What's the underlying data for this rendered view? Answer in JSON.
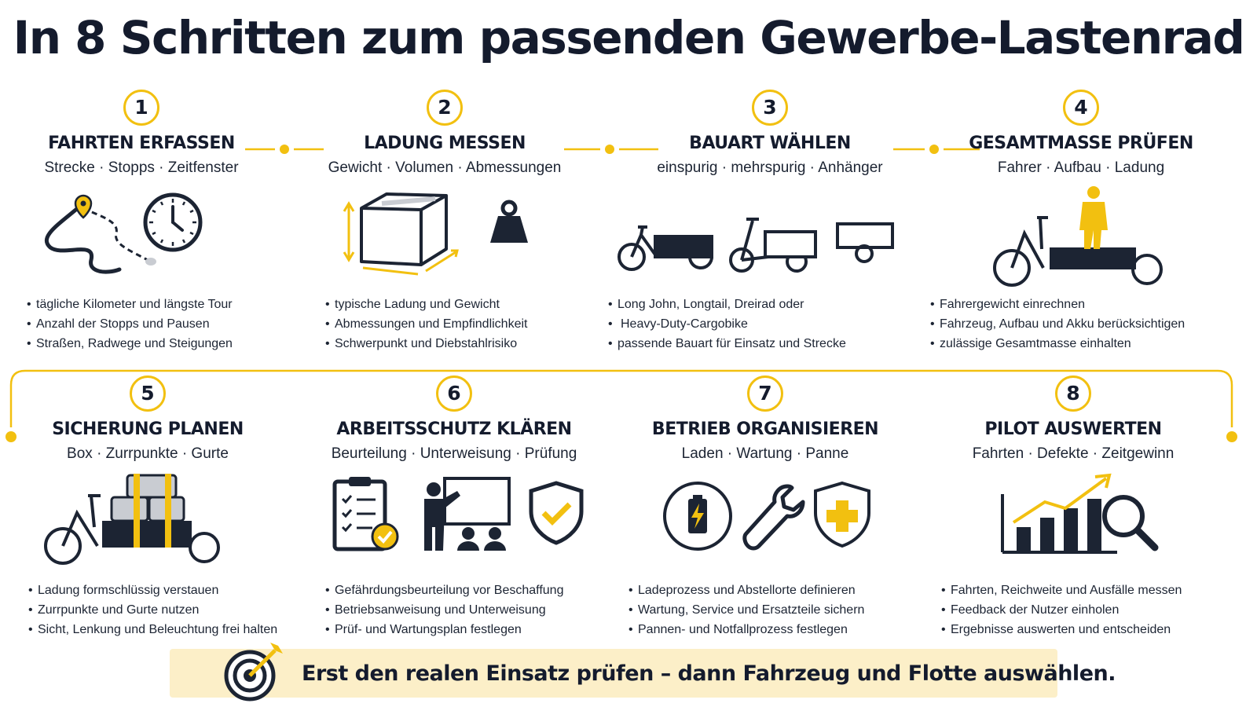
{
  "title": "In 8 Schritten zum passenden Gewerbe-Lastenrad",
  "colors": {
    "accent": "#f2c010",
    "dark": "#1c2433",
    "banner_bg": "#fcefc8"
  },
  "steps": [
    {
      "num": "1",
      "title": "FAHRTEN ERFASSEN",
      "subtitle": "Strecke · Stopps · Zeitfenster",
      "icons": [
        "route-icon",
        "clock-icon"
      ],
      "bullets": [
        "tägliche Kilometer und längste Tour",
        "Anzahl der Stopps und Pausen",
        "Straßen, Radwege und Steigungen"
      ]
    },
    {
      "num": "2",
      "title": "LADUNG MESSEN",
      "subtitle": "Gewicht · Volumen · Abmessungen",
      "icons": [
        "box-dimensions-icon",
        "weight-icon"
      ],
      "bullets": [
        "typische Ladung und Gewicht",
        "Abmessungen und Empfindlichkeit",
        "Schwerpunkt und Diebstahlrisiko"
      ]
    },
    {
      "num": "3",
      "title": "BAUART WÄHLEN",
      "subtitle": "einspurig · mehrspurig · Anhänger",
      "icons": [
        "long-john-bike-icon",
        "trike-icon",
        "trailer-icon"
      ],
      "bullets": [
        "Long John, Longtail, Dreirad oder",
        "Heavy-Duty-Cargobike",
        "passende Bauart für Einsatz und Strecke"
      ]
    },
    {
      "num": "4",
      "title": "GESAMTMASSE PRÜFEN",
      "subtitle": "Fahrer · Aufbau · Ladung",
      "icons": [
        "cargo-bike-with-rider-icon"
      ],
      "bullets": [
        "Fahrergewicht einrechnen",
        "Fahrzeug, Aufbau und Akku berücksichtigen",
        "zulässige Gesamtmasse einhalten"
      ]
    },
    {
      "num": "5",
      "title": "SICHERUNG PLANEN",
      "subtitle": "Box · Zurrpunkte · Gurte",
      "icons": [
        "loaded-cargo-bike-icon"
      ],
      "bullets": [
        "Ladung formschlüssig verstauen",
        "Zurrpunkte und Gurte nutzen",
        "Sicht, Lenkung und Beleuchtung frei halten"
      ]
    },
    {
      "num": "6",
      "title": "ARBEITSSCHUTZ KLÄREN",
      "subtitle": "Beurteilung · Unterweisung · Prüfung",
      "icons": [
        "checklist-icon",
        "training-icon",
        "shield-check-icon"
      ],
      "bullets": [
        "Gefährdungsbeurteilung vor Beschaffung",
        "Betriebsanweisung und Unterweisung",
        "Prüf- und Wartungsplan festlegen"
      ]
    },
    {
      "num": "7",
      "title": "BETRIEB ORGANISIEREN",
      "subtitle": "Laden · Wartung · Panne",
      "icons": [
        "battery-charge-icon",
        "wrench-icon",
        "shield-plus-icon"
      ],
      "bullets": [
        "Ladeprozess und Abstellorte definieren",
        "Wartung, Service und Ersatzteile sichern",
        "Pannen- und Notfallprozess festlegen"
      ]
    },
    {
      "num": "8",
      "title": "PILOT AUSWERTEN",
      "subtitle": "Fahrten · Defekte · Zeitgewinn",
      "icons": [
        "growth-chart-icon",
        "magnifier-icon"
      ],
      "bullets": [
        "Fahrten, Reichweite und Ausfälle messen",
        "Feedback der Nutzer einholen",
        "Ergebnisse auswerten und entscheiden"
      ]
    }
  ],
  "banner": {
    "icon": "target-icon",
    "text": "Erst den realen Einsatz prüfen – dann Fahrzeug und Flotte auswählen."
  }
}
